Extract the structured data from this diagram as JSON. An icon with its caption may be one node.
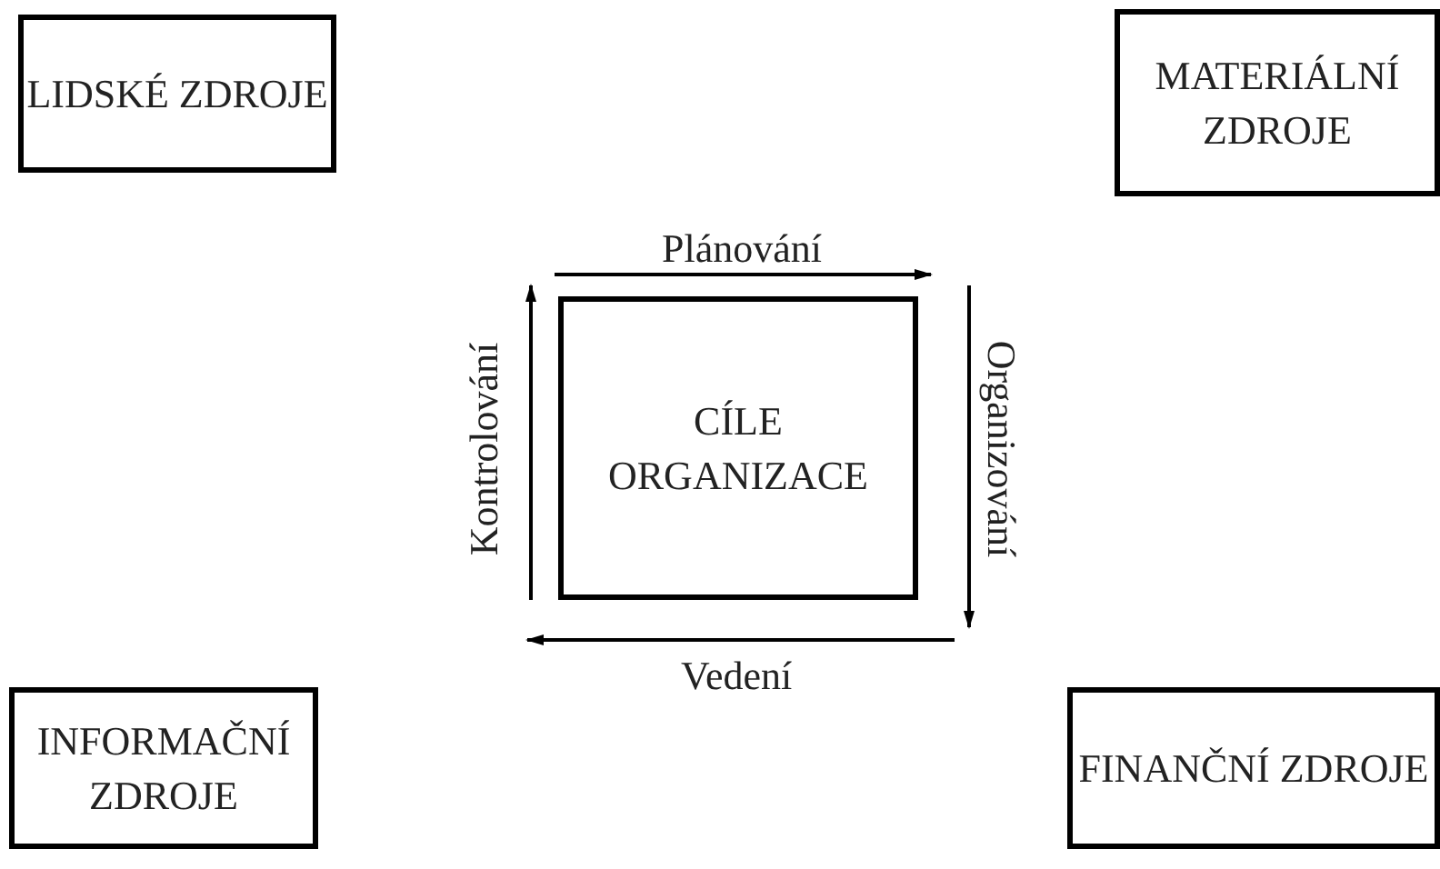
{
  "diagram": {
    "nodes": [
      {
        "text": [
          "LIDSKÉ ZDROJE"
        ]
      },
      {
        "text": [
          "MATERIÁLNÍ ZDROJE"
        ]
      },
      {
        "text": [
          "CÍLE ORGANIZACE"
        ]
      },
      {
        "text": [
          "INFORMAČNÍ ZDROJE"
        ]
      },
      {
        "text": [
          "FINANČNÍ ZDROJE"
        ]
      }
    ],
    "labels": [
      "Plánování",
      "Kontrolování",
      "Organizování",
      "Vedení"
    ]
  }
}
